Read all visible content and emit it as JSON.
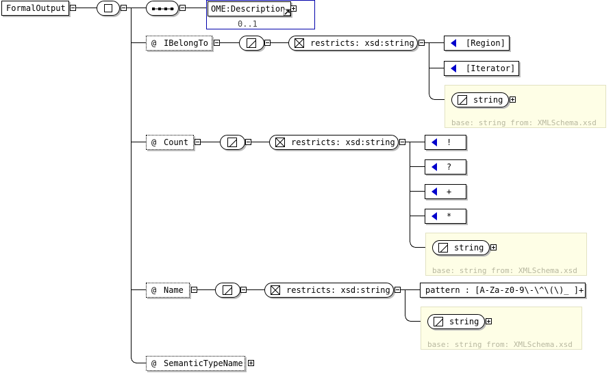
{
  "root": {
    "label": "FormalOutput"
  },
  "description": {
    "label": "OME:Description",
    "cardinality": "0..1"
  },
  "attributes": [
    {
      "prefix": "@",
      "name": "IBelongTo",
      "restriction": "restricts: xsd:string",
      "enumerations": [
        "[Region]",
        "[Iterator]"
      ],
      "base_type": "string",
      "base_note": "base: string from: XMLSchema.xsd"
    },
    {
      "prefix": "@",
      "name": "Count",
      "restriction": "restricts: xsd:string",
      "enumerations": [
        "!",
        "?",
        "+",
        "*"
      ],
      "base_type": "string",
      "base_note": "base: string from: XMLSchema.xsd"
    },
    {
      "prefix": "@",
      "name": "Name",
      "restriction": "restricts: xsd:string",
      "pattern": "pattern : [A-Za-z0-9\\-\\^\\(\\)_ ]+",
      "base_type": "string",
      "base_note": "base: string from: XMLSchema.xsd"
    },
    {
      "prefix": "@",
      "name": "SemanticTypeName"
    }
  ],
  "icons": {
    "sequence": "sequence-icon",
    "all": "all-compositor-icon",
    "simple": "simple-type-icon",
    "restriction": "restriction-icon",
    "enum": "enumeration-icon",
    "link": "link-arrow-icon"
  },
  "colors": {
    "enum_marker": "#0000cc",
    "base_panel": "#fefee6",
    "description_border": "#0000aa"
  }
}
